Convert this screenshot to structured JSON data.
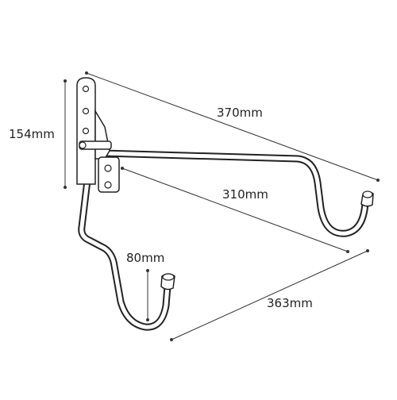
{
  "dimensions": {
    "overall_length": "370mm",
    "arm_length": "310mm",
    "height": "154mm",
    "hook_depth": "80mm",
    "lower_length": "363mm"
  },
  "colors": {
    "line": "#222222",
    "background": "#ffffff"
  }
}
